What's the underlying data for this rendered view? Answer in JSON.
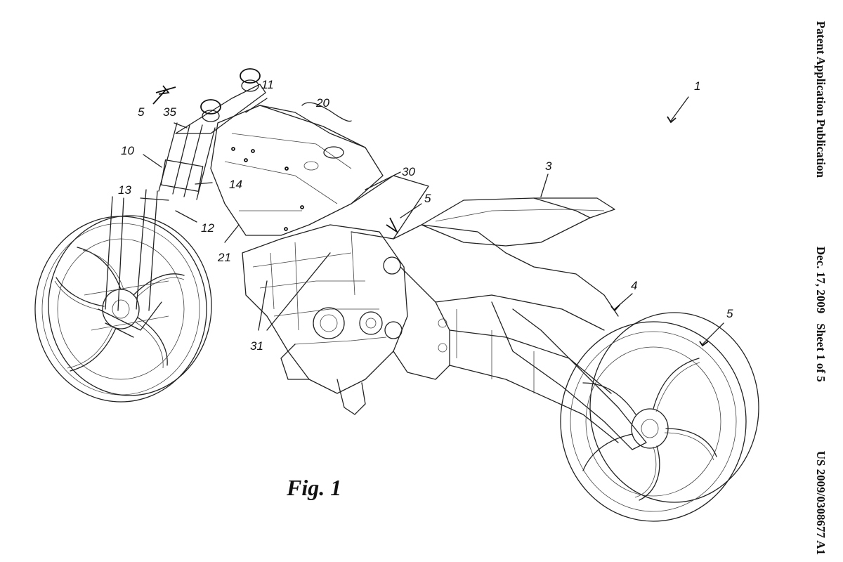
{
  "header": {
    "publication": "Patent Application Publication",
    "date": "Dec. 17, 2009",
    "sheet": "Sheet 1 of 5",
    "number": "US 2009/0308677 A1"
  },
  "caption": "Fig. 1",
  "labels": {
    "l1": "1",
    "l3": "3",
    "l4": "4",
    "l5a": "5",
    "l5b": "5",
    "l5c": "5",
    "l10": "10",
    "l11": "11",
    "l12": "12",
    "l13": "13",
    "l14": "14",
    "l20": "20",
    "l21": "21",
    "l30": "30",
    "l31": "31",
    "l35": "35"
  }
}
